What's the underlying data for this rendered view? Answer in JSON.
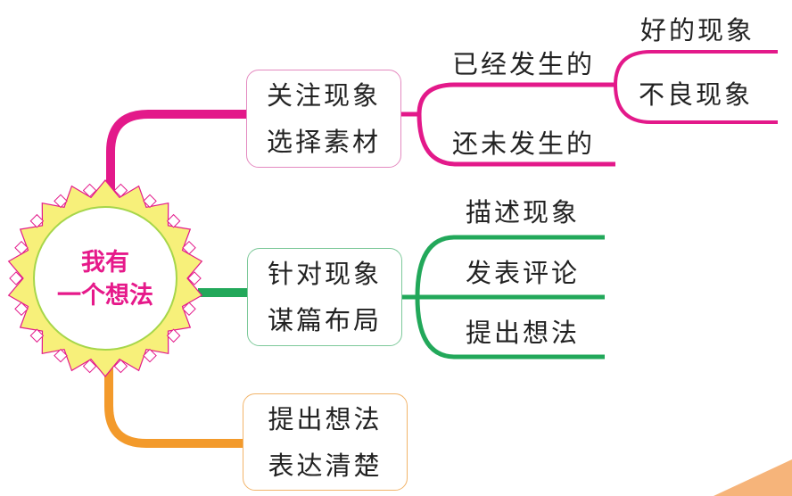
{
  "colors": {
    "branch_pink": "#e3198a",
    "branch_green": "#22a85a",
    "branch_orange": "#f39a2b",
    "center_text": "#e6198a",
    "center_frame": "#f7f07a",
    "center_frame_edge": "#e3198a",
    "corner_accent": "#f6b47a"
  },
  "center": {
    "line1": "我有",
    "line2": "一个想法"
  },
  "branches": [
    {
      "line1": "关注现象",
      "line2": "选择素材",
      "children": [
        {
          "label": "已经发生的",
          "children": [
            {
              "label": "好的现象"
            },
            {
              "label": "不良现象"
            }
          ]
        },
        {
          "label": "还未发生的"
        }
      ]
    },
    {
      "line1": "针对现象",
      "line2": "谋篇布局",
      "children": [
        {
          "label": "描述现象"
        },
        {
          "label": "发表评论"
        },
        {
          "label": "提出想法"
        }
      ]
    },
    {
      "line1": "提出想法",
      "line2": "表达清楚"
    }
  ]
}
